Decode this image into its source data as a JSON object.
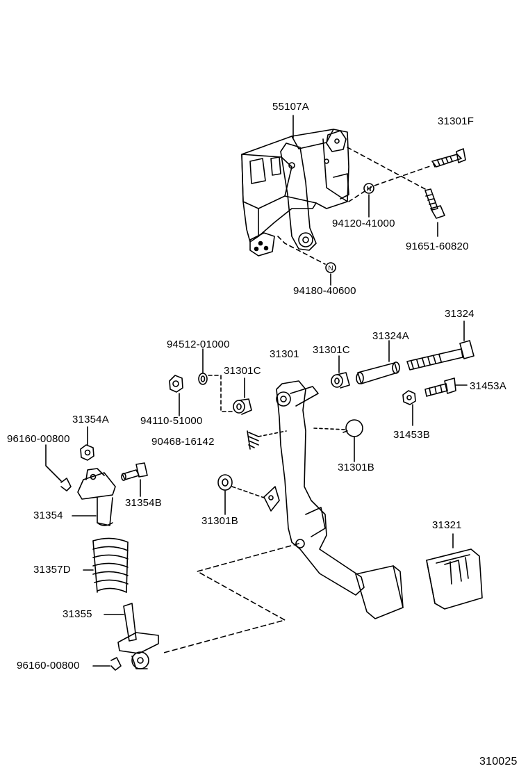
{
  "labels": {
    "l55107a": "55107A",
    "l31301f": "31301F",
    "l94120": "94120-41000",
    "l91651": "91651-60820",
    "l94180": "94180-40600",
    "l31324": "31324",
    "l94512": "94512-01000",
    "l31301": "31301",
    "l31301c_a": "31301C",
    "l31324a": "31324A",
    "l31301c_b": "31301C",
    "l31453a": "31453A",
    "l94110": "94110-51000",
    "l31453b": "31453B",
    "l31354a": "31354A",
    "l96160_a": "96160-00800",
    "l90468": "90468-16142",
    "l31301b_a": "31301B",
    "l31354b": "31354B",
    "l31354": "31354",
    "l31301b_b": "31301B",
    "l31321": "31321",
    "l31357d": "31357D",
    "l31355": "31355",
    "l96160_b": "96160-00800",
    "code": "310025"
  },
  "marker_letter": "N"
}
